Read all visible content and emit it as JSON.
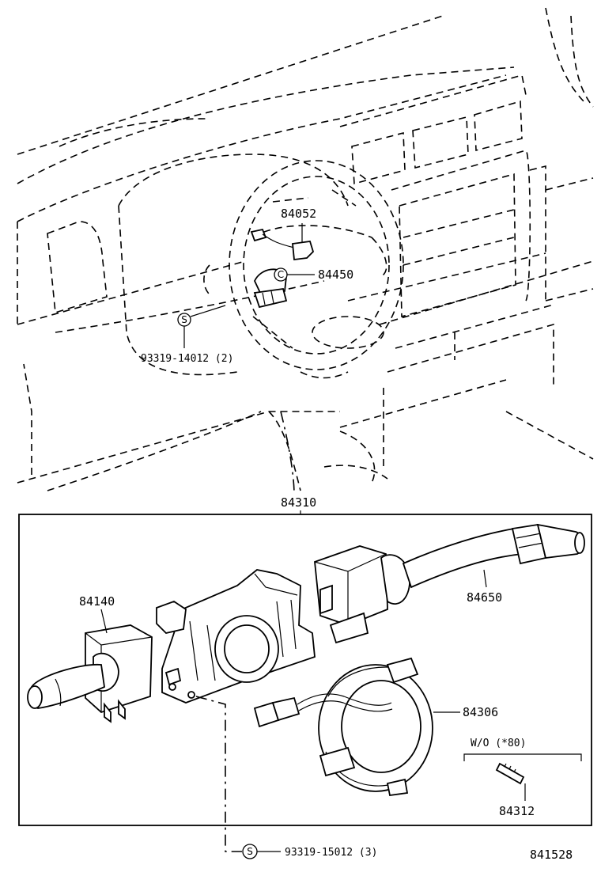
{
  "parts": {
    "p84052": "84052",
    "p84450": "84450",
    "screw_top": "93319-14012 (2)",
    "p84310": "84310",
    "p84140": "84140",
    "p84650": "84650",
    "p84306": "84306",
    "wo_note": "W/O (*80)",
    "p84312": "84312",
    "screw_bottom": "93319-15012 (3)",
    "diagram_no": "841528"
  },
  "symbols": {
    "screw_mark": "S",
    "clip_mark": "C"
  }
}
